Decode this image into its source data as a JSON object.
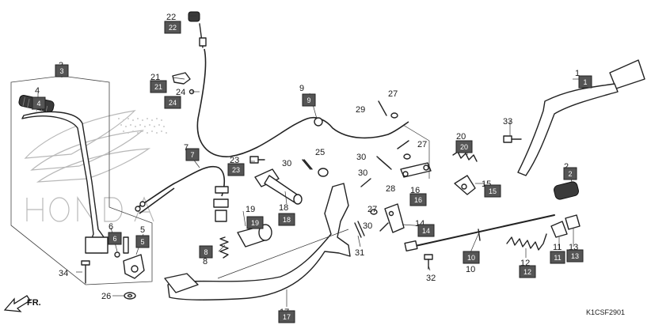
{
  "diagram_code": "K1CSF2901",
  "direction_label": "FR.",
  "callouts": [
    {
      "id": "c1",
      "number": "1"
    },
    {
      "id": "c2",
      "number": "2"
    },
    {
      "id": "c3",
      "number": "3"
    },
    {
      "id": "c4",
      "number": "4"
    },
    {
      "id": "c5",
      "number": "5"
    },
    {
      "id": "c6",
      "number": "6"
    },
    {
      "id": "c7",
      "number": "7"
    },
    {
      "id": "c8",
      "number": "8"
    },
    {
      "id": "c9",
      "number": "9"
    },
    {
      "id": "c10",
      "number": "10"
    },
    {
      "id": "c11",
      "number": "11"
    },
    {
      "id": "c12",
      "number": "12"
    },
    {
      "id": "c13",
      "number": "13"
    },
    {
      "id": "c14",
      "number": "14"
    },
    {
      "id": "c15",
      "number": "15"
    },
    {
      "id": "c16",
      "number": "16"
    },
    {
      "id": "c17",
      "number": "17"
    },
    {
      "id": "c18",
      "number": "18"
    },
    {
      "id": "c19",
      "number": "19"
    },
    {
      "id": "c20",
      "number": "20"
    },
    {
      "id": "c21",
      "number": "21"
    },
    {
      "id": "c22",
      "number": "22"
    },
    {
      "id": "c23",
      "number": "23"
    },
    {
      "id": "c24",
      "number": "24"
    },
    {
      "id": "c25",
      "number": "25"
    },
    {
      "id": "c26",
      "number": "26"
    },
    {
      "id": "c27a",
      "number": "27"
    },
    {
      "id": "c27b",
      "number": "27"
    },
    {
      "id": "c27c",
      "number": "27"
    },
    {
      "id": "c28",
      "number": "28"
    },
    {
      "id": "c29",
      "number": "29"
    },
    {
      "id": "c30a",
      "number": "30"
    },
    {
      "id": "c30b",
      "number": "30"
    },
    {
      "id": "c30c",
      "number": "30"
    },
    {
      "id": "c30d",
      "number": "30"
    },
    {
      "id": "c31",
      "number": "31"
    },
    {
      "id": "c32",
      "number": "32"
    },
    {
      "id": "c33",
      "number": "33"
    },
    {
      "id": "c34",
      "number": "34"
    }
  ],
  "badges": [
    {
      "id": "b1",
      "number": "1"
    },
    {
      "id": "b2",
      "number": "2"
    },
    {
      "id": "b3",
      "number": "3"
    },
    {
      "id": "b4",
      "number": "4"
    },
    {
      "id": "b5",
      "number": "5"
    },
    {
      "id": "b6",
      "number": "6"
    },
    {
      "id": "b7",
      "number": "7"
    },
    {
      "id": "b8",
      "number": "8"
    },
    {
      "id": "b9",
      "number": "9"
    },
    {
      "id": "b10",
      "number": "10"
    },
    {
      "id": "b11",
      "number": "11"
    },
    {
      "id": "b12",
      "number": "12"
    },
    {
      "id": "b13",
      "number": "13"
    },
    {
      "id": "b14",
      "number": "14"
    },
    {
      "id": "b15",
      "number": "15"
    },
    {
      "id": "b16",
      "number": "16"
    },
    {
      "id": "b17",
      "number": "17"
    },
    {
      "id": "b18",
      "number": "18"
    },
    {
      "id": "b19",
      "number": "19"
    },
    {
      "id": "b20",
      "number": "20"
    },
    {
      "id": "b21",
      "number": "21"
    },
    {
      "id": "b22",
      "number": "22"
    },
    {
      "id": "b23",
      "number": "23"
    },
    {
      "id": "b24",
      "number": "24"
    }
  ]
}
